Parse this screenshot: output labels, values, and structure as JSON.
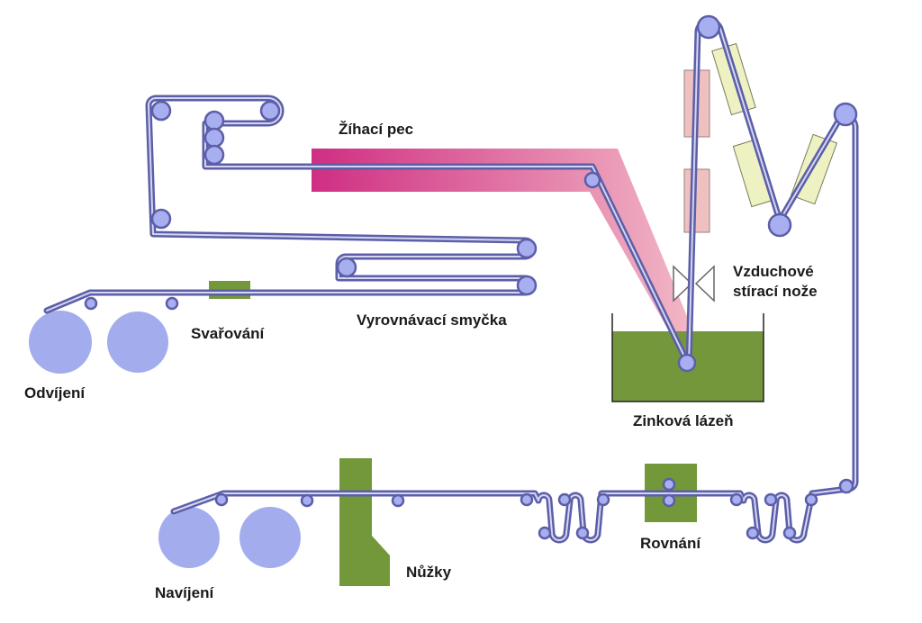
{
  "labels": {
    "annealing_furnace": "Žíhací pec",
    "air_knives_line1": "Vzduchové",
    "air_knives_line2": "stírací nože",
    "accumulator_loop": "Vyrovnávací smyčka",
    "welding": "Svařování",
    "uncoiling": "Odvíjení",
    "zinc_bath": "Zinková lázeň",
    "shears": "Nůžky",
    "straightening": "Rovnání",
    "coiling": "Navíjení"
  },
  "colors": {
    "strip": "#5c5ea8",
    "strip_core": "#d4d6f2",
    "roller": "#a7aff0",
    "coil": "#a3adee",
    "green_unit": "#73983a",
    "zinc_bath": "#74973c",
    "furnace_start": "#cf2e82",
    "furnace_end": "#f2b8c6",
    "pink_box": "#efc0c0",
    "yellow_box": "#eef2c2"
  }
}
